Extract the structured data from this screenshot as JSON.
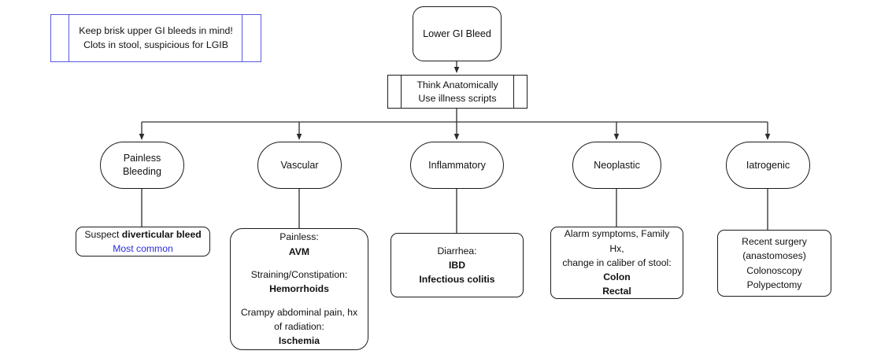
{
  "diagram": {
    "title": "Lower GI Bleed approach flowchart",
    "colors": {
      "note_border": "#5a5ae0",
      "node_border": "#1b1b1b",
      "edge": "#333333",
      "highlight_text": "#2b2bdd",
      "background": "#ffffff"
    },
    "note": {
      "line1": "Keep brisk upper GI bleeds in mind!",
      "line2": "Clots in stool, suspicious for LGIB"
    },
    "root": {
      "label": "Lower GI Bleed"
    },
    "process": {
      "line1": "Think Anatomically",
      "line2": "Use illness scripts"
    },
    "branches": [
      {
        "id": "painless-bleeding",
        "label_line1": "Painless",
        "label_line2": "Bleeding",
        "detail": {
          "rows": [
            {
              "prefix": "Suspect ",
              "bold": "diverticular bleed",
              "suffix": ""
            },
            {
              "highlight": "Most common"
            }
          ]
        }
      },
      {
        "id": "vascular",
        "label_line1": "Vascular",
        "label_line2": "",
        "detail": {
          "groups": [
            {
              "caption": "Painless:",
              "bold": "AVM"
            },
            {
              "caption": "Straining/Constipation:",
              "bold": "Hemorrhoids"
            },
            {
              "caption_line1": "Crampy abdominal pain, hx",
              "caption_line2": "of radiation:",
              "bold": "Ischemia"
            }
          ]
        }
      },
      {
        "id": "inflammatory",
        "label_line1": "Inflammatory",
        "label_line2": "",
        "detail": {
          "caption": "Diarrhea:",
          "bold1": "IBD",
          "bold2": "Infectious colitis"
        }
      },
      {
        "id": "neoplastic",
        "label_line1": "Neoplastic",
        "label_line2": "",
        "detail": {
          "caption_line1": "Alarm symptoms, Family Hx,",
          "caption_line2": "change in caliber of stool:",
          "bold1": "Colon",
          "bold2": "Rectal"
        }
      },
      {
        "id": "iatrogenic",
        "label_line1": "Iatrogenic",
        "label_line2": "",
        "detail": {
          "line1": "Recent surgery",
          "line2": "(anastomoses)",
          "line3": "Colonoscopy",
          "line4": "Polypectomy"
        }
      }
    ]
  }
}
